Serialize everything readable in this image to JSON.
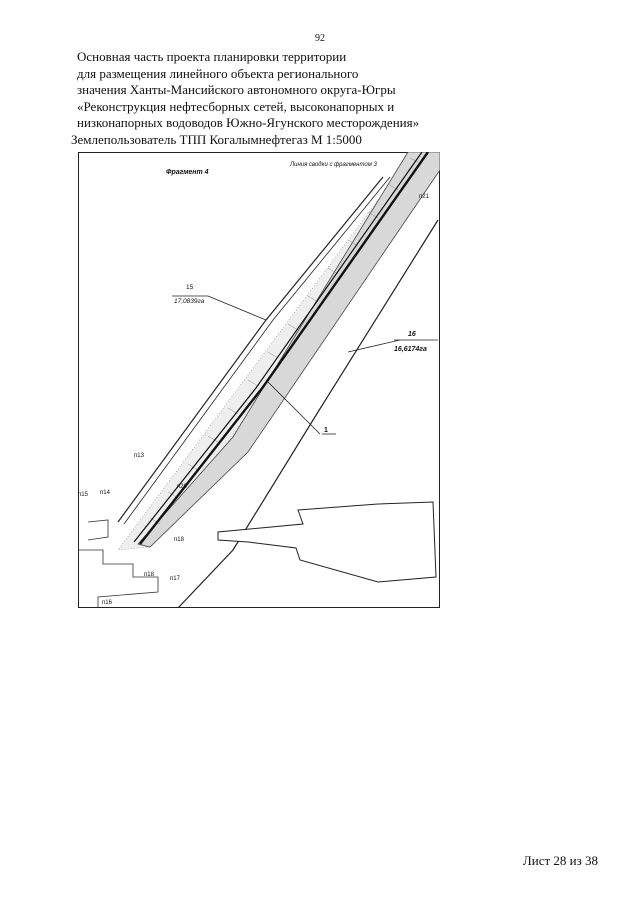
{
  "page_number": "92",
  "title_lines": [
    "Основная часть проекта планировки территории",
    "для размещения линейного объекта регионального",
    "значения Ханты-Мансийского автономного округа-Югры",
    "«Реконструкция нефтесборных сетей, высоконапорных и",
    "низконапорных водоводов Южно-Ягунского месторождения»",
    "Землепользователь ТПП Когалымнефтегаз М 1:5000"
  ],
  "map": {
    "fragment_label": "Фрагмент 4",
    "link_line_label": "Линия сводки с фрагментом 3",
    "parcel_15": {
      "number": "15",
      "area": "17,0839га"
    },
    "parcel_16": {
      "number": "16",
      "area": "16,6174га"
    },
    "callout_1": "1",
    "points": {
      "n21": "п21",
      "n13": "п13",
      "n14": "п14",
      "n15": "п15",
      "n20": "п20",
      "n18a": "п18",
      "n18b": "п18",
      "n17": "п17",
      "n16": "п16"
    }
  },
  "footer": "Лист 28 из 38"
}
